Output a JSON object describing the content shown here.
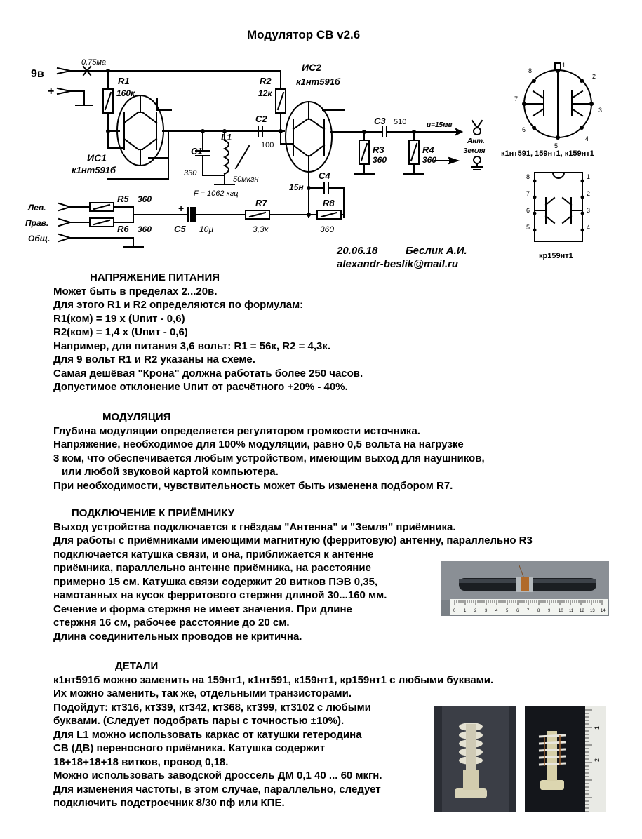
{
  "title": "Модулятор СВ v2.6",
  "schematic": {
    "supply_voltage": "9в",
    "plus": "+",
    "current": "0,75ма",
    "r1_name": "R1",
    "r1_value": "160к",
    "r2_name": "R2",
    "r2_value": "12к",
    "ic1_name": "ИС1",
    "ic1_type": "к1нт591б",
    "ic2_name": "ИС2",
    "ic2_type": "к1нт591б",
    "c1_name": "C1",
    "c1_value": "330",
    "l1_name": "L1",
    "l1_value": "50мкгн",
    "freq": "F = 1062 кгц",
    "c2_name": "C2",
    "c2_value": "100",
    "c3_name": "C3",
    "c3_value": "510",
    "r3_name": "R3",
    "r3_value": "360",
    "r4_name": "R4",
    "r4_value": "360",
    "c4_name": "C4",
    "c4_value": "15н",
    "out_voltage": "u=15мв",
    "ant_label": "Ант.",
    "ground_label": "Земля",
    "left_label": "Лев.",
    "right_label": "Прав.",
    "common_label": "Общ.",
    "r5_name": "R5",
    "r5_value": "360",
    "r6_name": "R6",
    "r6_value": "360",
    "c5_name": "C5",
    "c5_value": "10µ",
    "r7_name": "R7",
    "r7_value": "3,3к",
    "r8_name": "R8",
    "r8_value": "360",
    "c5_plus": "+"
  },
  "pinout": {
    "pins_round": [
      "1",
      "2",
      "3",
      "4",
      "5",
      "6",
      "7",
      "8"
    ],
    "caption_round": "к1нт591, 159нт1, к159нт1",
    "pins_dip_left": [
      "8",
      "7",
      "6",
      "5"
    ],
    "pins_dip_right": [
      "1",
      "2",
      "3",
      "4"
    ],
    "caption_dip": "кр159нт1"
  },
  "signature": {
    "date": "20.06.18",
    "author": "Беслик А.И.",
    "email": "alexandr-beslik@mail.ru"
  },
  "sections": [
    {
      "heading": "НАПРЯЖЕНИЕ ПИТАНИЯ",
      "lines": [
        "Может быть в пределах 2...20в.",
        "Для этого R1 и R2 определяются по формулам:",
        "R1(ком) = 19 х (Uпит - 0,6)",
        "R2(ком) = 1,4 х (Uпит - 0,6)",
        "Например, для питания 3,6 вольт: R1 = 56к, R2 = 4,3к.",
        "Для  9 вольт  R1 и R2 указаны на схеме.",
        "Самая дешёвая \"Крона\" должна работать более 250 часов.",
        "Допустимое отклонение Uпит от расчётного +20% - 40%."
      ]
    },
    {
      "heading": "МОДУЛЯЦИЯ",
      "lines": [
        "Глубина модуляции определяется регулятором громкости источника.",
        "Напряжение, необходимое для 100% модуляции, равно 0,5 вольта на нагрузке",
        "3 ком, что обеспечивается любым устройством, имеющим выход для наушников,",
        "или любой звуковой картой компьютера.",
        "При необходимости, чувствительность может быть изменена подбором R7."
      ]
    },
    {
      "heading": "ПОДКЛЮЧЕНИЕ К ПРИЁМНИКУ",
      "lines": [
        "Выход устройства подключается к гнёздам \"Антенна\" и \"Земля\" приёмника.",
        "Для работы с приёмниками имеющими магнитную (ферритовую) антенну, параллельно R3",
        "подключается катушка связи, и она, приближается к антенне",
        "приёмника, параллельно антенне приёмника, на расстояние",
        "примерно 15 см. Катушка связи содержит 20 витков ПЭВ 0,35,",
        "намотанных на кусок ферритового стержня длиной 30...160 мм.",
        "Сечение и форма стержня не имеет значения. При длине",
        "стержня 16 см, рабочее расстояние до 20 см.",
        "Длина соединительных проводов не критична."
      ]
    },
    {
      "heading": "ДЕТАЛИ",
      "lines": [
        "к1нт591б можно заменить на 159нт1, к1нт591, к159нт1, кр159нт1 с любыми буквами.",
        "Их можно заменить, так же, отдельными транзисторами.",
        "Подойдут: кт316, кт339, кт342, кт368, кт399, кт3102 с любыми",
        "буквами. (Следует подобрать пары с точностью ±10%).",
        "Для L1 можно использовать каркас от катушки гетеродина",
        "СВ (ДВ) переносного приёмника. Катушка содержит",
        "18+18+18+18 витков, провод 0,18.",
        "Можно использовать заводской дроссель ДМ 0,1  40 ... 60 мкгн.",
        "Для изменения частоты, в этом случае, параллельно, следует",
        "подключить подстроечник 8/30 пф или КПЕ."
      ]
    }
  ],
  "ruler_labels": [
    "0",
    "1",
    "2",
    "3",
    "4",
    "5",
    "6",
    "7",
    "8",
    "9",
    "10",
    "11",
    "12",
    "13",
    "14"
  ],
  "ruler_small_labels": [
    "1",
    "2"
  ]
}
